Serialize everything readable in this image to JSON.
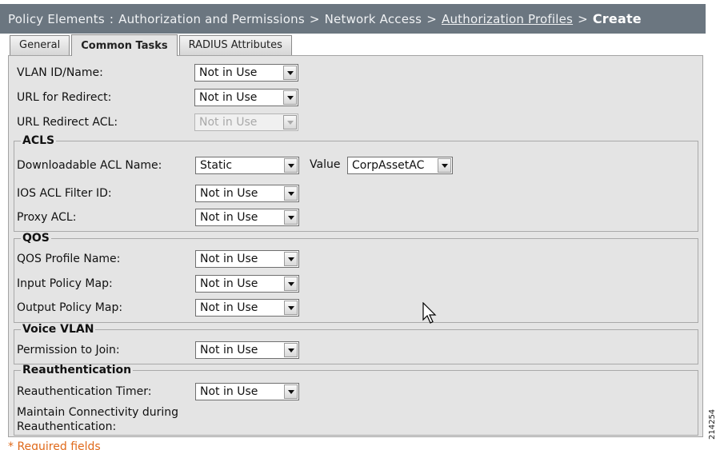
{
  "header": {
    "crumb1": "Policy Elements",
    "sep1": ":",
    "crumb2": "Authorization and Permissions",
    "sep2": ">",
    "crumb3": "Network Access",
    "sep3": ">",
    "crumb4": "Authorization Profiles",
    "sep4": ">",
    "current": "Create"
  },
  "tabs": [
    {
      "label": "General",
      "active": false
    },
    {
      "label": "Common Tasks",
      "active": true
    },
    {
      "label": "RADIUS Attributes",
      "active": false
    }
  ],
  "top_fields": [
    {
      "label": "VLAN ID/Name:",
      "value": "Not in Use"
    },
    {
      "label": "URL for Redirect:",
      "value": "Not in Use"
    },
    {
      "label": "URL Redirect ACL:",
      "value": "Not in Use",
      "disabled": true
    }
  ],
  "acls": {
    "legend": "ACLS",
    "downloadable": {
      "label": "Downloadable ACL Name:",
      "value": "Static",
      "value_label": "Value",
      "value_select": "CorpAssetAC"
    },
    "ios_filter": {
      "label": "IOS ACL Filter ID:",
      "value": "Not in Use"
    },
    "proxy": {
      "label": "Proxy ACL:",
      "value": "Not in Use"
    }
  },
  "qos": {
    "legend": "QOS",
    "profile": {
      "label": "QOS Profile Name:",
      "value": "Not in Use"
    },
    "input": {
      "label": "Input Policy Map:",
      "value": "Not in Use"
    },
    "output": {
      "label": "Output Policy Map:",
      "value": "Not in Use"
    }
  },
  "voice_vlan": {
    "legend": "Voice VLAN",
    "permission": {
      "label": "Permission to Join:",
      "value": "Not in Use"
    }
  },
  "reauth": {
    "legend": "Reauthentication",
    "timer": {
      "label": "Reauthentication Timer:",
      "value": "Not in Use"
    },
    "maintain_line1": "Maintain Connectivity during",
    "maintain_line2": "Reauthentication:"
  },
  "footer": {
    "required": "* Required fields",
    "figure_id": "214254"
  },
  "colors": {
    "header_bg": "#6b7680",
    "panel_bg": "#e4e4e4",
    "required_text": "#e06a1b"
  }
}
